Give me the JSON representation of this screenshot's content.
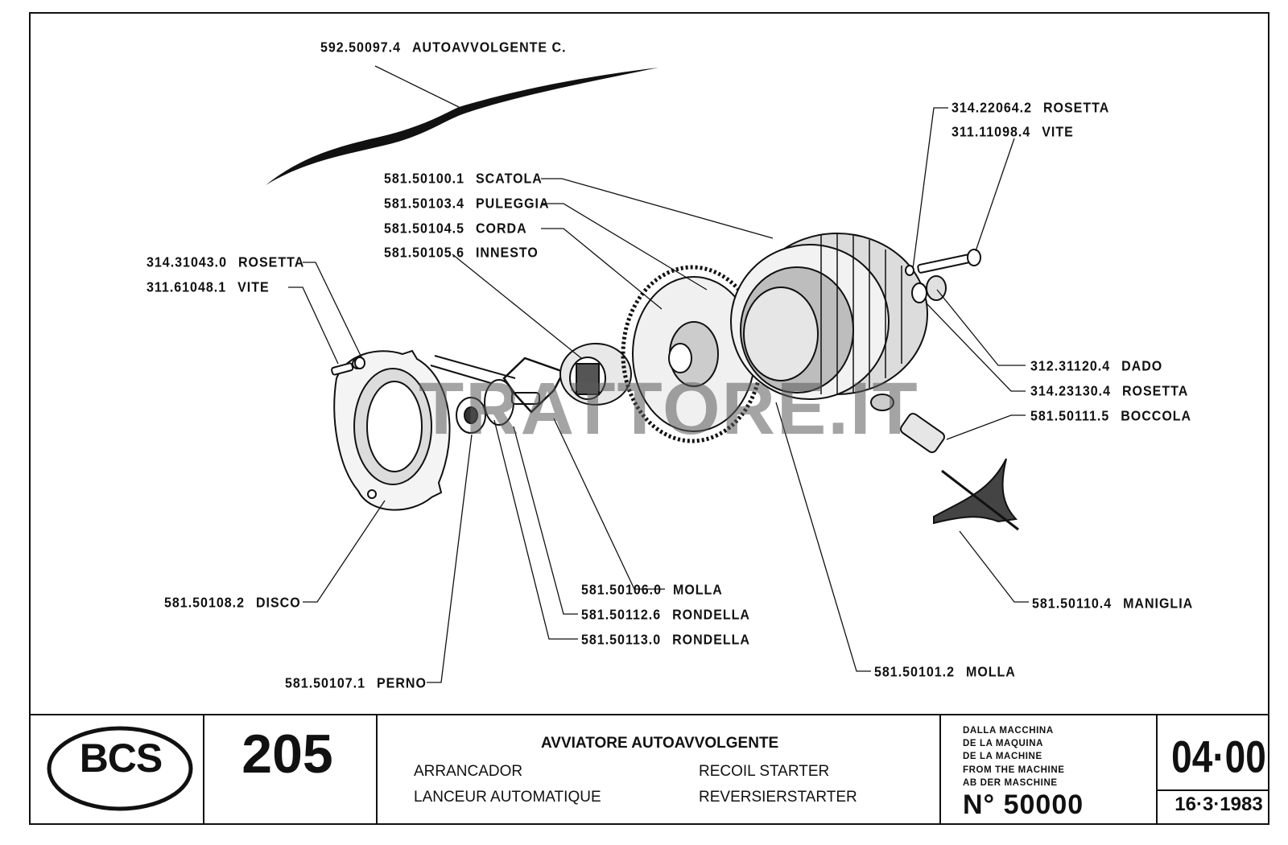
{
  "callouts": [
    {
      "code": "592.50097.4",
      "name": "AUTOAVVOLGENTE C."
    },
    {
      "code": "314.22064.2",
      "name": "ROSETTA"
    },
    {
      "code": "311.11098.4",
      "name": "VITE"
    },
    {
      "code": "581.50100.1",
      "name": "SCATOLA"
    },
    {
      "code": "581.50103.4",
      "name": "PULEGGIA"
    },
    {
      "code": "581.50104.5",
      "name": "CORDA"
    },
    {
      "code": "581.50105.6",
      "name": "INNESTO"
    },
    {
      "code": "314.31043.0",
      "name": "ROSETTA"
    },
    {
      "code": "311.61048.1",
      "name": "VITE"
    },
    {
      "code": "312.31120.4",
      "name": "DADO"
    },
    {
      "code": "314.23130.4",
      "name": "ROSETTA"
    },
    {
      "code": "581.50111.5",
      "name": "BOCCOLA"
    },
    {
      "code": "581.50106.0",
      "name": "MOLLA"
    },
    {
      "code": "581.50112.6",
      "name": "RONDELLA"
    },
    {
      "code": "581.50113.0",
      "name": "RONDELLA"
    },
    {
      "code": "581.50108.2",
      "name": "DISCO"
    },
    {
      "code": "581.50110.4",
      "name": "MANIGLIA"
    },
    {
      "code": "581.50101.2",
      "name": "MOLLA"
    },
    {
      "code": "581.50107.1",
      "name": "PERNO"
    }
  ],
  "watermark": "TRATTORE.IT",
  "title_block": {
    "brand": "BCS",
    "table_number": "205",
    "title_it": "AVVIATORE AUTOAVVOLGENTE",
    "title_es": "ARRANCADOR",
    "title_en": "RECOIL STARTER",
    "title_fr": "LANCEUR AUTOMATIQUE",
    "title_de": "REVERSIERSTARTER",
    "from_machine": [
      "DALLA MACCHINA",
      "DE LA MAQUINA",
      "DE LA MACHINE",
      "FROM THE MACHINE",
      "AB DER MASCHINE"
    ],
    "serial": "N° 50000",
    "revision": "04·00",
    "date": "16·3·1983"
  }
}
